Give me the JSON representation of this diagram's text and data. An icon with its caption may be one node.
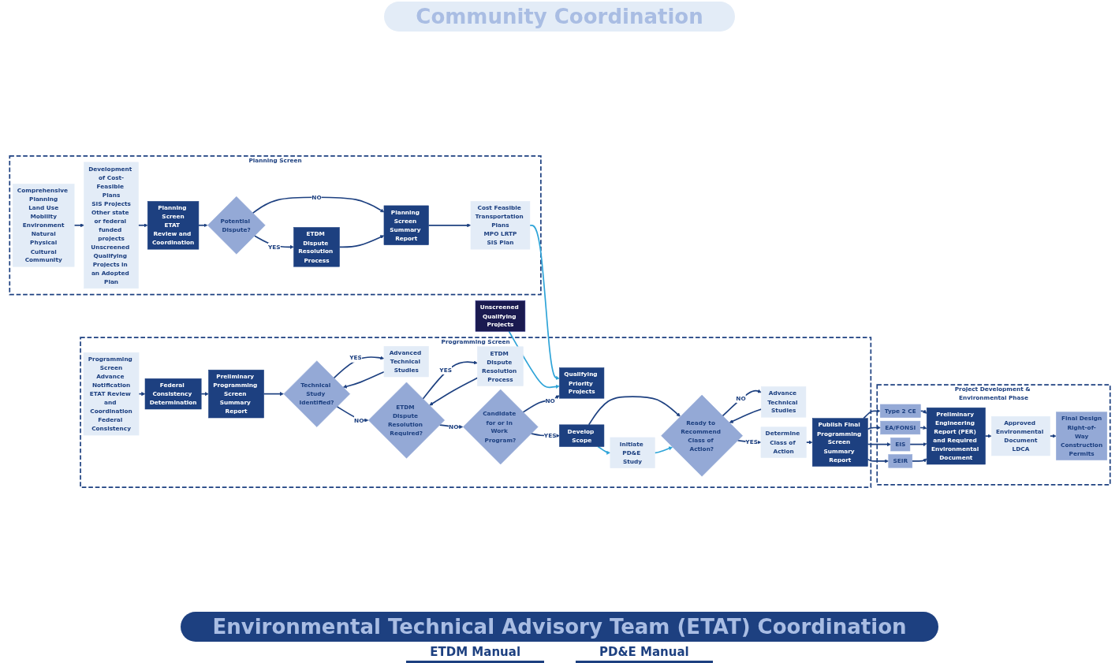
{
  "diagram": {
    "nodes": [
      {
        "text": [
          "Planning Screen"
        ]
      },
      {
        "text": [
          "Comprehensive Planning",
          "Land Use",
          "Mobility",
          "Environment",
          "Natural",
          "Physical",
          "Cultural",
          "Community"
        ],
        "in": 0
      },
      {
        "text": [
          "Development of Cost-Feasible Plans",
          "SIS Projects",
          "Other state or federal funded projects",
          "Unscreened Qualifying Projects in an Adopted Plan"
        ],
        "in": 0
      },
      {
        "text": [
          "Planning Screen",
          "ETAT Review and Coordination"
        ],
        "in": 0
      },
      {
        "text": [
          "Cost Feasible Transportation Plans",
          "MPO LRTP",
          "SIS Plan"
        ],
        "in": 0
      },
      {
        "text": [
          "Potential Dispute?"
        ],
        "in": 0
      },
      {
        "text": [
          "ETDM Dispute Resolution Process"
        ],
        "in": 0
      },
      {
        "text": [
          "Planning Screen Summary Report"
        ],
        "in": 0
      },
      {
        "text": [
          "Unscreened Qualifying Projects"
        ]
      },
      {
        "text": [
          "Programming Screen"
        ]
      },
      {
        "text": [
          "Qualifying Priority Projects"
        ],
        "in": 9
      },
      {
        "text": [
          "Programming Screen",
          "Advance Notification",
          "ETAT Review and Coordination",
          "Federal Consistency"
        ],
        "in": 9
      },
      {
        "text": [
          "Federal Consistency Determination"
        ],
        "in": 9
      },
      {
        "text": [
          "Preliminary Programming Screen Summary Report"
        ],
        "in": 9
      },
      {
        "text": [
          "Technical Study Identified?"
        ],
        "in": 9
      },
      {
        "text": [
          "Advanced Technical Studies"
        ],
        "in": 9
      },
      {
        "text": [
          "ETDM Dispute Resolution Required?"
        ],
        "in": 9
      },
      {
        "text": [
          "ETDM Dispute Resolution Process"
        ],
        "in": 9
      },
      {
        "text": [
          "Candidate for or in Work Program?"
        ],
        "in": 9
      },
      {
        "text": [
          "Develop Scope"
        ],
        "in": 9
      },
      {
        "text": [
          "Initiate PD&E Study"
        ],
        "in": 9
      },
      {
        "text": [
          "Ready to Recommend Class of Action?"
        ],
        "in": 9
      },
      {
        "text": [
          "Advance Technical Studies"
        ],
        "in": 9
      },
      {
        "text": [
          "Determine Class of Action"
        ],
        "in": 9
      },
      {
        "text": [
          "Publish Final Programming Screen Summary Report"
        ],
        "in": 9
      },
      {
        "text": [
          "Project Development & Environmental Phase"
        ]
      },
      {
        "text": [
          "Type 2 CE"
        ],
        "in": 25
      },
      {
        "text": [
          "EA/FONSI"
        ],
        "in": 25
      },
      {
        "text": [
          "EIS"
        ],
        "in": 25
      },
      {
        "text": [
          "SEIR"
        ],
        "in": 25
      },
      {
        "text": [
          "Preliminary Engineering Report (PER) and Required Environmental Document"
        ],
        "in": 25
      },
      {
        "text": [
          "Approved Environmental Document",
          "LDCA"
        ],
        "in": 25
      },
      {
        "text": [
          "Final Design",
          "Right-of-Way",
          "Construction",
          "Permits"
        ],
        "in": 25
      }
    ],
    "edges": [
      {
        "from": 1,
        "to": 2,
        "arrow": "to"
      },
      {
        "from": 2,
        "to": 3,
        "arrow": "to"
      },
      {
        "from": 3,
        "to": 5,
        "arrow": "to"
      },
      {
        "from": 5,
        "to": 6,
        "arrow": "to",
        "label": "YES"
      },
      {
        "from": 5,
        "to": 7,
        "arrow": "to",
        "label": "NO"
      },
      {
        "from": 6,
        "to": 7,
        "arrow": "to"
      },
      {
        "from": 7,
        "to": 4,
        "arrow": "to"
      },
      {
        "from": 4,
        "to": 10,
        "arrow": "to",
        "color": "#2fa4d8"
      },
      {
        "from": 8,
        "to": 10,
        "arrow": "to",
        "color": "#2fa4d8"
      },
      {
        "from": 11,
        "to": 12,
        "arrow": "to"
      },
      {
        "from": 12,
        "to": 13,
        "arrow": "to"
      },
      {
        "from": 13,
        "to": 14,
        "arrow": "to"
      },
      {
        "from": 14,
        "to": 15,
        "arrow": "to",
        "label": "YES"
      },
      {
        "from": 15,
        "to": 14,
        "arrow": "to"
      },
      {
        "from": 14,
        "to": 16,
        "arrow": "to",
        "label": "NO"
      },
      {
        "from": 16,
        "to": 17,
        "arrow": "to",
        "label": "YES"
      },
      {
        "from": 17,
        "to": 16,
        "arrow": "to"
      },
      {
        "from": 16,
        "to": 18,
        "arrow": "to",
        "label": "NO"
      },
      {
        "from": 18,
        "to": 19,
        "arrow": "to",
        "label": "YES"
      },
      {
        "from": 18,
        "to": 10,
        "arrow": "to",
        "label": "NO"
      },
      {
        "from": 19,
        "to": 21,
        "arrow": "to"
      },
      {
        "from": 20,
        "to": 21,
        "arrow": "to",
        "color": "#2fa4d8"
      },
      {
        "from": 19,
        "to": 20,
        "arrow": "to",
        "color": "#2fa4d8"
      },
      {
        "from": 21,
        "to": 22,
        "arrow": "to",
        "label": "NO"
      },
      {
        "from": 22,
        "to": 21,
        "arrow": "to"
      },
      {
        "from": 21,
        "to": 23,
        "arrow": "to",
        "label": "YES"
      },
      {
        "from": 23,
        "to": 24,
        "arrow": "to"
      },
      {
        "from": 24,
        "to": 26,
        "arrow": "to"
      },
      {
        "from": 24,
        "to": 27,
        "arrow": "to"
      },
      {
        "from": 24,
        "to": 28,
        "arrow": "to"
      },
      {
        "from": 24,
        "to": 29,
        "arrow": "to"
      },
      {
        "from": 26,
        "to": 30,
        "arrow": "to"
      },
      {
        "from": 27,
        "to": 30,
        "arrow": "to"
      },
      {
        "from": 28,
        "to": 30,
        "arrow": "to"
      },
      {
        "from": 29,
        "to": 30,
        "arrow": "to"
      },
      {
        "from": 30,
        "to": 31,
        "arrow": "to"
      },
      {
        "from": 31,
        "to": 32,
        "arrow": "to"
      }
    ],
    "labels": [
      "Community Coordination",
      "Environmental Technical Advisory Team (ETAT) Coordination",
      "ETDM Manual",
      "PD&E Manual"
    ]
  }
}
